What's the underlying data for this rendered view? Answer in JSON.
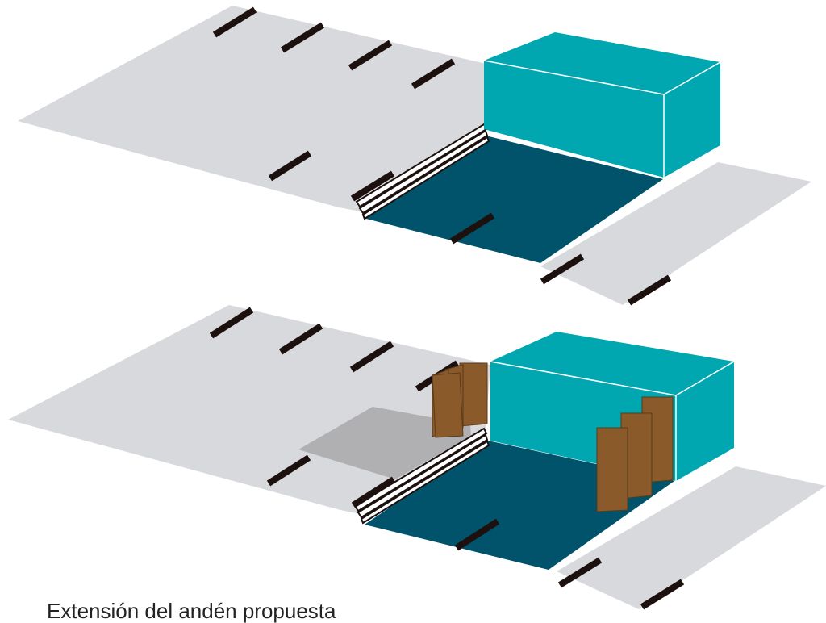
{
  "caption": "Extensión del andén propuesta",
  "colors": {
    "platform": "#d8d9dc",
    "platform_extension": "#b0b0b3",
    "bay_floor": "#00536a",
    "building_top": "#00a7b0",
    "building_side": "#00a7b0",
    "stripe": "#1c110e",
    "barrier": "#8b5a2b",
    "barrier_edge": "#5a3a1a"
  },
  "panels": [
    {
      "label": "",
      "state": "existing"
    },
    {
      "label": "",
      "state": "proposed"
    }
  ]
}
